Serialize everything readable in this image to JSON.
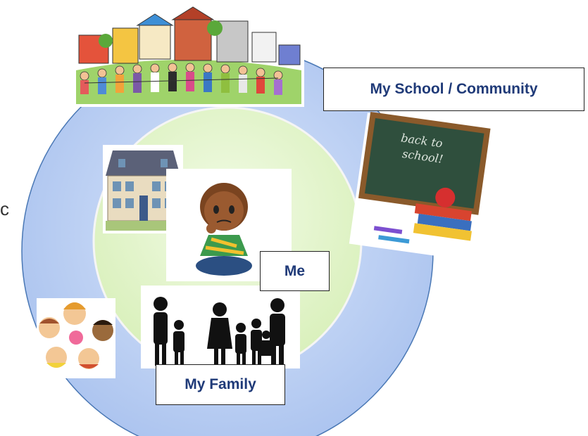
{
  "labels": {
    "community": "My School / Community",
    "me": "Me",
    "family": "My Family"
  },
  "edge_text": "c",
  "chalkboard_text": [
    "back to",
    "school!"
  ],
  "colors": {
    "outer_circle": "#b3c9f2",
    "outer_circle_stroke": "#4a78b5",
    "inner_circle": "#e3f5c9",
    "inner_circle_stroke": "#f5f5f5",
    "label_text": "#1f3a78",
    "silhouette": "#111111"
  },
  "icons": {
    "community": "community-illustration",
    "house": "house-illustration",
    "child": "thinking-child-illustration",
    "family": "family-silhouette",
    "school": "back-to-school-illustration",
    "kids": "kids-circle-illustration"
  }
}
